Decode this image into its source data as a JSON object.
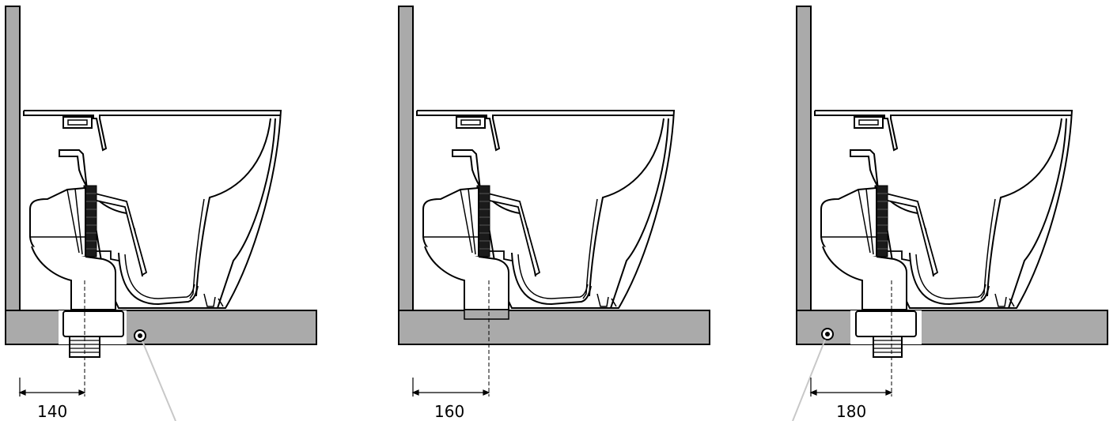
{
  "diagrams": [
    {
      "id": "left",
      "dimension_label": "140",
      "outlet": "floor-connector",
      "pipe_marker": "right"
    },
    {
      "id": "middle",
      "dimension_label": "160",
      "outlet": "floor-socket",
      "pipe_marker": "none"
    },
    {
      "id": "right",
      "dimension_label": "180",
      "outlet": "floor-connector",
      "pipe_marker": "left"
    }
  ],
  "colors": {
    "wall_fill": "#aaaaaa",
    "floor_fill": "#aaaaaa",
    "outline": "#000000",
    "ceramic_fill": "#ffffff",
    "seal_fill": "#1a1a1a",
    "leader_line": "#c8c8c8"
  }
}
